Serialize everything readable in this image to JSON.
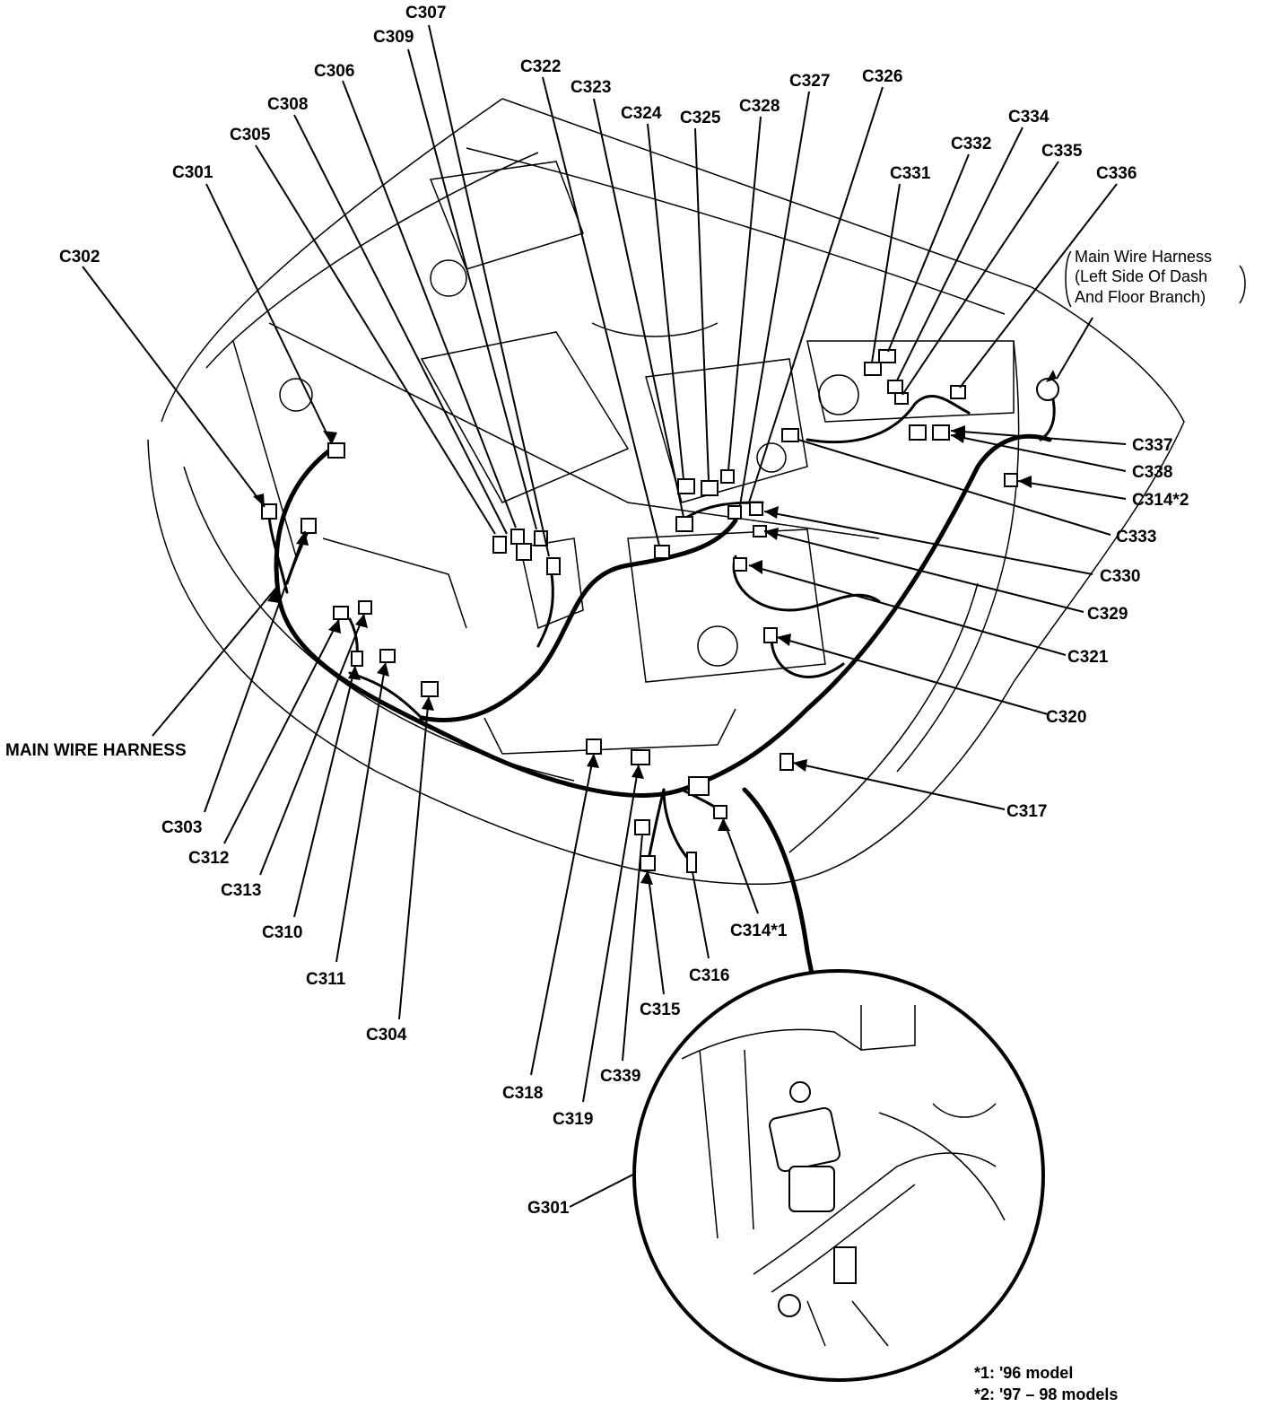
{
  "labels": {
    "C301": "C301",
    "C302": "C302",
    "C303": "C303",
    "C304": "C304",
    "C305": "C305",
    "C306": "C306",
    "C307": "C307",
    "C308": "C308",
    "C309": "C309",
    "C310": "C310",
    "C311": "C311",
    "C312": "C312",
    "C313": "C313",
    "C314_1": "C314*1",
    "C314_2": "C314*2",
    "C315": "C315",
    "C316": "C316",
    "C317": "C317",
    "C318": "C318",
    "C319": "C319",
    "C320": "C320",
    "C321": "C321",
    "C322": "C322",
    "C323": "C323",
    "C324": "C324",
    "C325": "C325",
    "C326": "C326",
    "C327": "C327",
    "C328": "C328",
    "C329": "C329",
    "C330": "C330",
    "C331": "C331",
    "C332": "C332",
    "C333": "C333",
    "C334": "C334",
    "C335": "C335",
    "C336": "C336",
    "C337": "C337",
    "C338": "C338",
    "C339": "C339",
    "G301": "G301",
    "main_wire_harness": "MAIN WIRE HARNESS"
  },
  "harness_callout": [
    "Main Wire Harness",
    "(Left Side Of Dash",
    "And Floor Branch)"
  ],
  "footnotes": [
    "*1: '96 model",
    "*2: '97 – 98 models"
  ]
}
